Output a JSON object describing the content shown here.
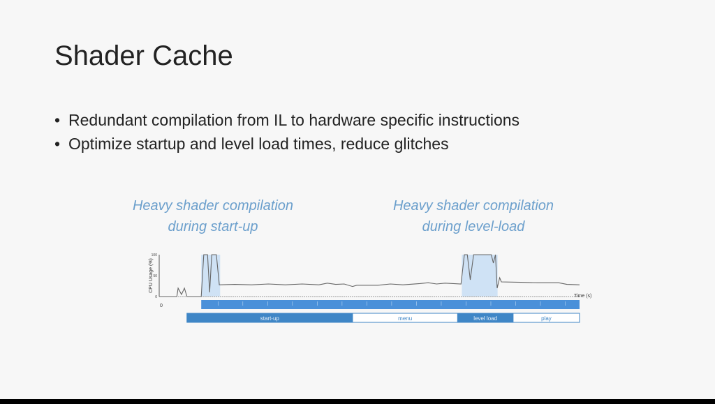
{
  "slide": {
    "title": "Shader Cache",
    "bullets": [
      "Redundant compilation from IL to hardware specific instructions",
      "Optimize startup and level load times, reduce glitches"
    ],
    "annotations": [
      {
        "line1": "Heavy shader compilation",
        "line2": "during start-up"
      },
      {
        "line1": "Heavy shader compilation",
        "line2": "during level-load"
      }
    ]
  },
  "chart_data": {
    "type": "line",
    "xlabel": "Time (s)",
    "ylabel": "CPU Usage (%)",
    "ylim": [
      0,
      100
    ],
    "xlim": [
      0,
      100
    ],
    "yticks": [
      "0",
      "50",
      "100"
    ],
    "origin_label": "0",
    "series": [
      {
        "name": "CPU Usage",
        "points": [
          [
            0,
            0
          ],
          [
            4.2,
            0
          ],
          [
            4.5,
            20
          ],
          [
            5.3,
            5
          ],
          [
            6,
            20
          ],
          [
            6.6,
            0
          ],
          [
            10,
            0
          ],
          [
            10.6,
            100
          ],
          [
            11.5,
            100
          ],
          [
            12,
            10
          ],
          [
            12.5,
            100
          ],
          [
            13.6,
            100
          ],
          [
            14.3,
            28
          ],
          [
            18,
            29
          ],
          [
            22,
            28
          ],
          [
            26,
            30
          ],
          [
            30,
            28
          ],
          [
            34,
            30
          ],
          [
            38,
            28
          ],
          [
            40,
            32
          ],
          [
            42,
            29
          ],
          [
            44,
            30
          ],
          [
            46,
            24
          ],
          [
            47,
            27
          ],
          [
            52,
            27
          ],
          [
            55,
            30
          ],
          [
            58,
            28
          ],
          [
            62,
            31
          ],
          [
            64,
            33
          ],
          [
            66,
            30
          ],
          [
            68,
            32
          ],
          [
            71.8,
            30
          ],
          [
            72.6,
            100
          ],
          [
            73.3,
            100
          ],
          [
            74,
            40
          ],
          [
            74.8,
            100
          ],
          [
            79,
            100
          ],
          [
            79.5,
            80
          ],
          [
            80,
            100
          ],
          [
            80.4,
            20
          ],
          [
            81,
            45
          ],
          [
            81.4,
            35
          ],
          [
            86,
            34
          ],
          [
            90,
            33
          ],
          [
            95,
            33
          ],
          [
            97,
            29
          ],
          [
            100,
            28
          ]
        ]
      }
    ],
    "highlight_ranges": [
      [
        10,
        14.5
      ],
      [
        72,
        80.5
      ]
    ],
    "phases": [
      {
        "label": "start-up",
        "start": 6.6,
        "end": 46,
        "filled": true
      },
      {
        "label": "menu",
        "start": 46,
        "end": 71,
        "filled": false
      },
      {
        "label": "level load",
        "start": 71,
        "end": 84.2,
        "filled": true
      },
      {
        "label": "play",
        "start": 84.2,
        "end": 100,
        "filled": false
      }
    ],
    "accent": "#4a90d9",
    "phase_color": "#3f86c6"
  }
}
